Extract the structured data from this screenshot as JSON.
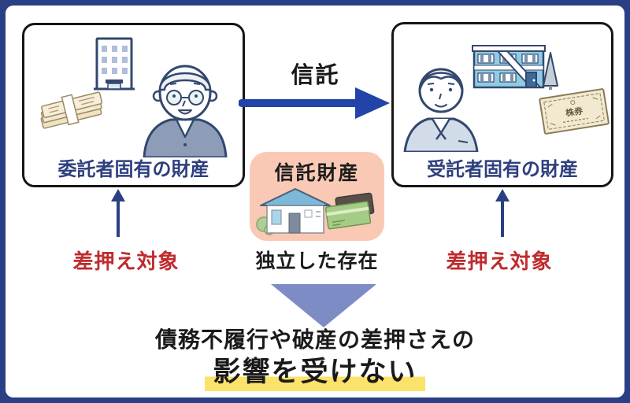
{
  "colors": {
    "frame_navy": "#2b3f85",
    "arrow_blue": "#2243a8",
    "box_border_black": "#161616",
    "box_label_navy": "#2e3f7e",
    "seizure_red": "#bf2b2e",
    "trust_property_pink": "#f9c9b5",
    "triangle_slate": "#7e8cc5",
    "highlight_yellow": "#fbe26a",
    "outline_navy": "#33486f"
  },
  "settlor_box": {
    "label": "委託者固有の財産",
    "icons": [
      "money-stack-icon",
      "office-building-icon",
      "elderly-man-icon"
    ]
  },
  "trust_arrow": {
    "label": "信託"
  },
  "trustee_box": {
    "label": "受託者固有の財産",
    "icons": [
      "young-man-icon",
      "apartment-building-icon",
      "stock-certificate-icon"
    ],
    "certificate_text": "株券"
  },
  "trust_property_box": {
    "title": "信託財産",
    "caption": "独立した存在",
    "icons": [
      "house-icon",
      "bank-card-icon"
    ]
  },
  "seizure_left": {
    "label": "差押え対象"
  },
  "seizure_right": {
    "label": "差押え対象"
  },
  "conclusion": {
    "line1": "債務不履行や破産の差押さえの",
    "line2": "影響を受けない"
  }
}
